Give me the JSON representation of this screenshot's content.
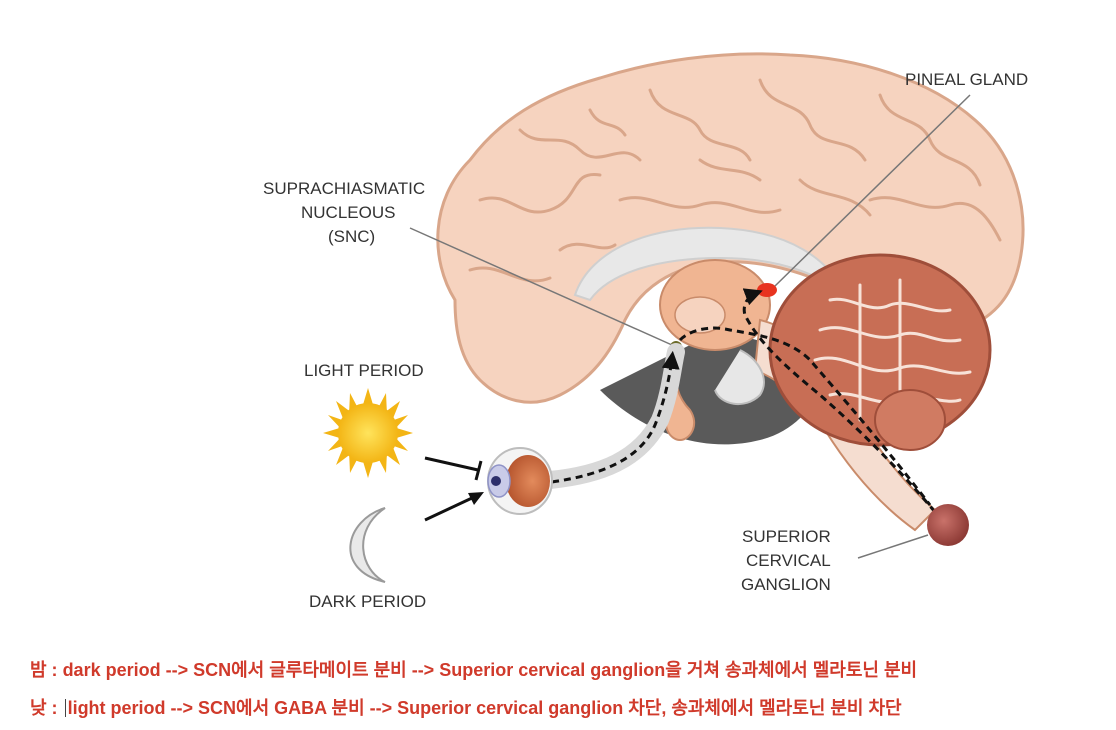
{
  "labels": {
    "pineal_gland": "PINEAL GLAND",
    "scn_line1": "SUPRACHIASMATIC",
    "scn_line2": "NUCLEOUS",
    "scn_line3": "(SNC)",
    "light_period": "LIGHT PERIOD",
    "dark_period": "DARK PERIOD",
    "scg_line1": "SUPERIOR",
    "scg_line2": "CERVICAL",
    "scg_line3": "GANGLION"
  },
  "notes": {
    "night_prefix": "밤 : ",
    "night_text": "dark period --> SCN에서 글루타메이트 분비 --> Superior cervical ganglion을 거쳐 송과체에서 멜라토닌 분비",
    "day_prefix": "낮 : ",
    "day_text": "light period --> SCN에서 GABA 분비 --> Superior cervical ganglion 차단,  송과체에서 멜라토닌 분비 차단"
  },
  "colors": {
    "note_text": "#d03a2b",
    "brain": "#f6d3bf",
    "brain_outline": "#d9a68a",
    "pineal": "#e8331f",
    "sun": "#f7c21c",
    "ganglion": "#b5524a",
    "cerebellum": "#c86e55"
  }
}
